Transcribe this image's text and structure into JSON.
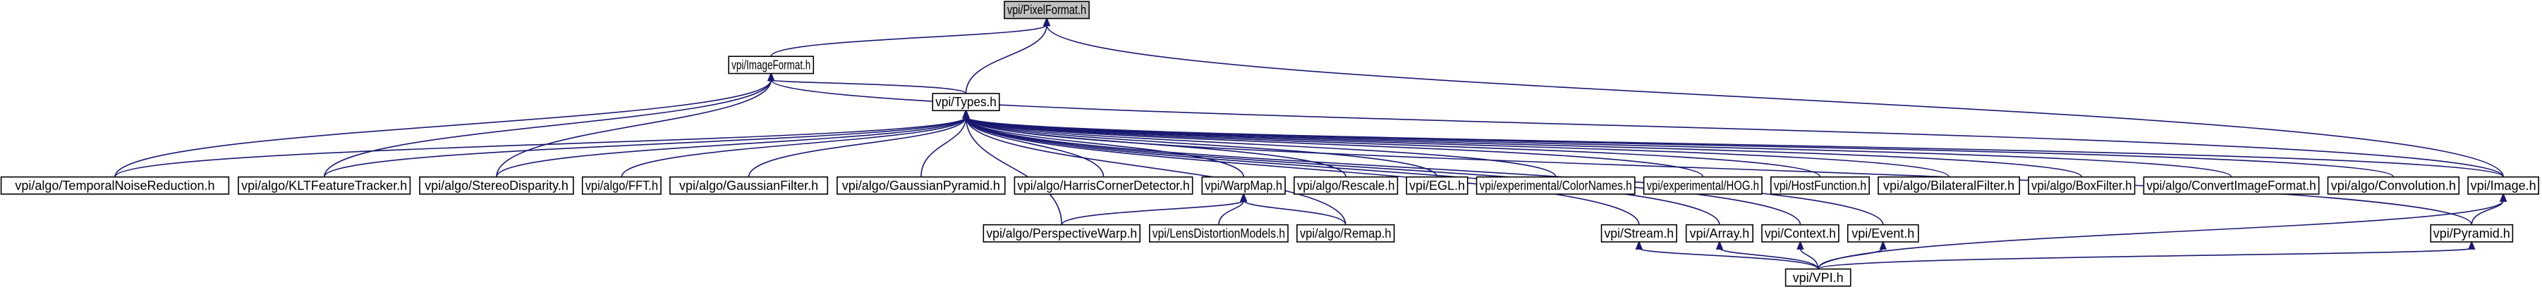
{
  "graph": {
    "nodes": [
      {
        "id": "pixelformat",
        "label": "vpi/PixelFormat.h",
        "root": true
      },
      {
        "id": "imageformat",
        "label": "vpi/ImageFormat.h"
      },
      {
        "id": "types",
        "label": "vpi/Types.h"
      },
      {
        "id": "tnr",
        "label": "vpi/algo/TemporalNoiseReduction.h"
      },
      {
        "id": "klt",
        "label": "vpi/algo/KLTFeatureTracker.h"
      },
      {
        "id": "stereo",
        "label": "vpi/algo/StereoDisparity.h"
      },
      {
        "id": "fft",
        "label": "vpi/algo/FFT.h"
      },
      {
        "id": "gaussfilter",
        "label": "vpi/algo/GaussianFilter.h"
      },
      {
        "id": "gausspyr",
        "label": "vpi/algo/GaussianPyramid.h"
      },
      {
        "id": "harris",
        "label": "vpi/algo/HarrisCornerDetector.h"
      },
      {
        "id": "warpmap",
        "label": "vpi/WarpMap.h"
      },
      {
        "id": "rescale",
        "label": "vpi/algo/Rescale.h"
      },
      {
        "id": "egl",
        "label": "vpi/EGL.h"
      },
      {
        "id": "colornames",
        "label": "vpi/experimental/ColorNames.h"
      },
      {
        "id": "hog",
        "label": "vpi/experimental/HOG.h"
      },
      {
        "id": "hostfunc",
        "label": "vpi/HostFunction.h"
      },
      {
        "id": "bilateral",
        "label": "vpi/algo/BilateralFilter.h"
      },
      {
        "id": "boxfilter",
        "label": "vpi/algo/BoxFilter.h"
      },
      {
        "id": "convimg",
        "label": "vpi/algo/ConvertImageFormat.h"
      },
      {
        "id": "convolution",
        "label": "vpi/algo/Convolution.h"
      },
      {
        "id": "image",
        "label": "vpi/Image.h"
      },
      {
        "id": "persp",
        "label": "vpi/algo/PerspectiveWarp.h"
      },
      {
        "id": "lens",
        "label": "vpi/LensDistortionModels.h"
      },
      {
        "id": "remap",
        "label": "vpi/algo/Remap.h"
      },
      {
        "id": "stream",
        "label": "vpi/Stream.h"
      },
      {
        "id": "array",
        "label": "vpi/Array.h"
      },
      {
        "id": "context",
        "label": "vpi/Context.h"
      },
      {
        "id": "event",
        "label": "vpi/Event.h"
      },
      {
        "id": "pyramid",
        "label": "vpi/Pyramid.h"
      },
      {
        "id": "vpi",
        "label": "vpi/VPI.h"
      }
    ],
    "edges": [
      {
        "from": "pixelformat",
        "to": "imageformat"
      },
      {
        "from": "pixelformat",
        "to": "types"
      },
      {
        "from": "pixelformat",
        "to": "image"
      },
      {
        "from": "imageformat",
        "to": "types"
      },
      {
        "from": "imageformat",
        "to": "tnr"
      },
      {
        "from": "imageformat",
        "to": "klt"
      },
      {
        "from": "imageformat",
        "to": "stereo"
      },
      {
        "from": "imageformat",
        "to": "image"
      },
      {
        "from": "types",
        "to": "tnr"
      },
      {
        "from": "types",
        "to": "klt"
      },
      {
        "from": "types",
        "to": "stereo"
      },
      {
        "from": "types",
        "to": "fft"
      },
      {
        "from": "types",
        "to": "gaussfilter"
      },
      {
        "from": "types",
        "to": "gausspyr"
      },
      {
        "from": "types",
        "to": "harris"
      },
      {
        "from": "types",
        "to": "warpmap"
      },
      {
        "from": "types",
        "to": "rescale"
      },
      {
        "from": "types",
        "to": "egl"
      },
      {
        "from": "types",
        "to": "colornames"
      },
      {
        "from": "types",
        "to": "hog"
      },
      {
        "from": "types",
        "to": "hostfunc"
      },
      {
        "from": "types",
        "to": "bilateral"
      },
      {
        "from": "types",
        "to": "boxfilter"
      },
      {
        "from": "types",
        "to": "convimg"
      },
      {
        "from": "types",
        "to": "convolution"
      },
      {
        "from": "types",
        "to": "image"
      },
      {
        "from": "types",
        "to": "persp"
      },
      {
        "from": "types",
        "to": "remap"
      },
      {
        "from": "types",
        "to": "stream"
      },
      {
        "from": "types",
        "to": "array"
      },
      {
        "from": "types",
        "to": "context"
      },
      {
        "from": "types",
        "to": "event"
      },
      {
        "from": "types",
        "to": "pyramid"
      },
      {
        "from": "warpmap",
        "to": "persp"
      },
      {
        "from": "warpmap",
        "to": "lens"
      },
      {
        "from": "warpmap",
        "to": "remap"
      },
      {
        "from": "image",
        "to": "pyramid"
      },
      {
        "from": "image",
        "to": "vpi"
      },
      {
        "from": "stream",
        "to": "vpi"
      },
      {
        "from": "array",
        "to": "vpi"
      },
      {
        "from": "context",
        "to": "vpi"
      },
      {
        "from": "event",
        "to": "vpi"
      },
      {
        "from": "pyramid",
        "to": "vpi"
      }
    ]
  },
  "colors": {
    "edge": "#191970",
    "root_fill": "#bfbfbf",
    "node_fill": "#ffffff",
    "node_border": "#000000"
  }
}
